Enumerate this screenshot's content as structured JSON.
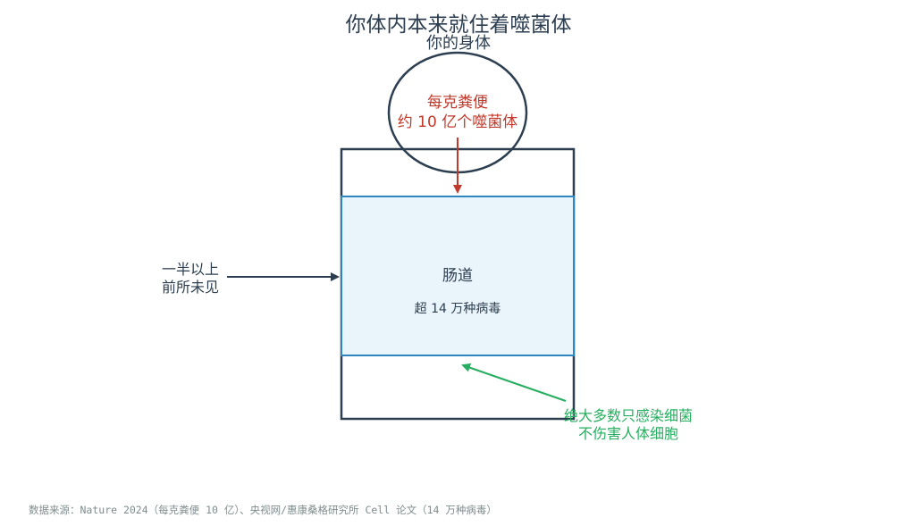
{
  "title": "你体内本来就住着噬菌体",
  "body_label": "你的身体",
  "feces": {
    "line1": "每克粪便",
    "line2": "约 10 亿个噬菌体"
  },
  "gut": {
    "label": "肠道",
    "sublabel": "超 14 万种病毒"
  },
  "unseen": {
    "line1": "一半以上",
    "line2": "前所未见"
  },
  "bacteria": {
    "line1": "绝大多数只感染细菌",
    "line2": "不伤害人体细胞"
  },
  "source": "数据来源：Nature 2024（每克粪便 10 亿）、央视网/惠康桑格研究所 Cell 论文（14 万种病毒）",
  "colors": {
    "dark": "#2c3e50",
    "red": "#c0392b",
    "green": "#27ae60",
    "blue": "#2e86c1",
    "gut_fill": "#eaf4fb"
  }
}
